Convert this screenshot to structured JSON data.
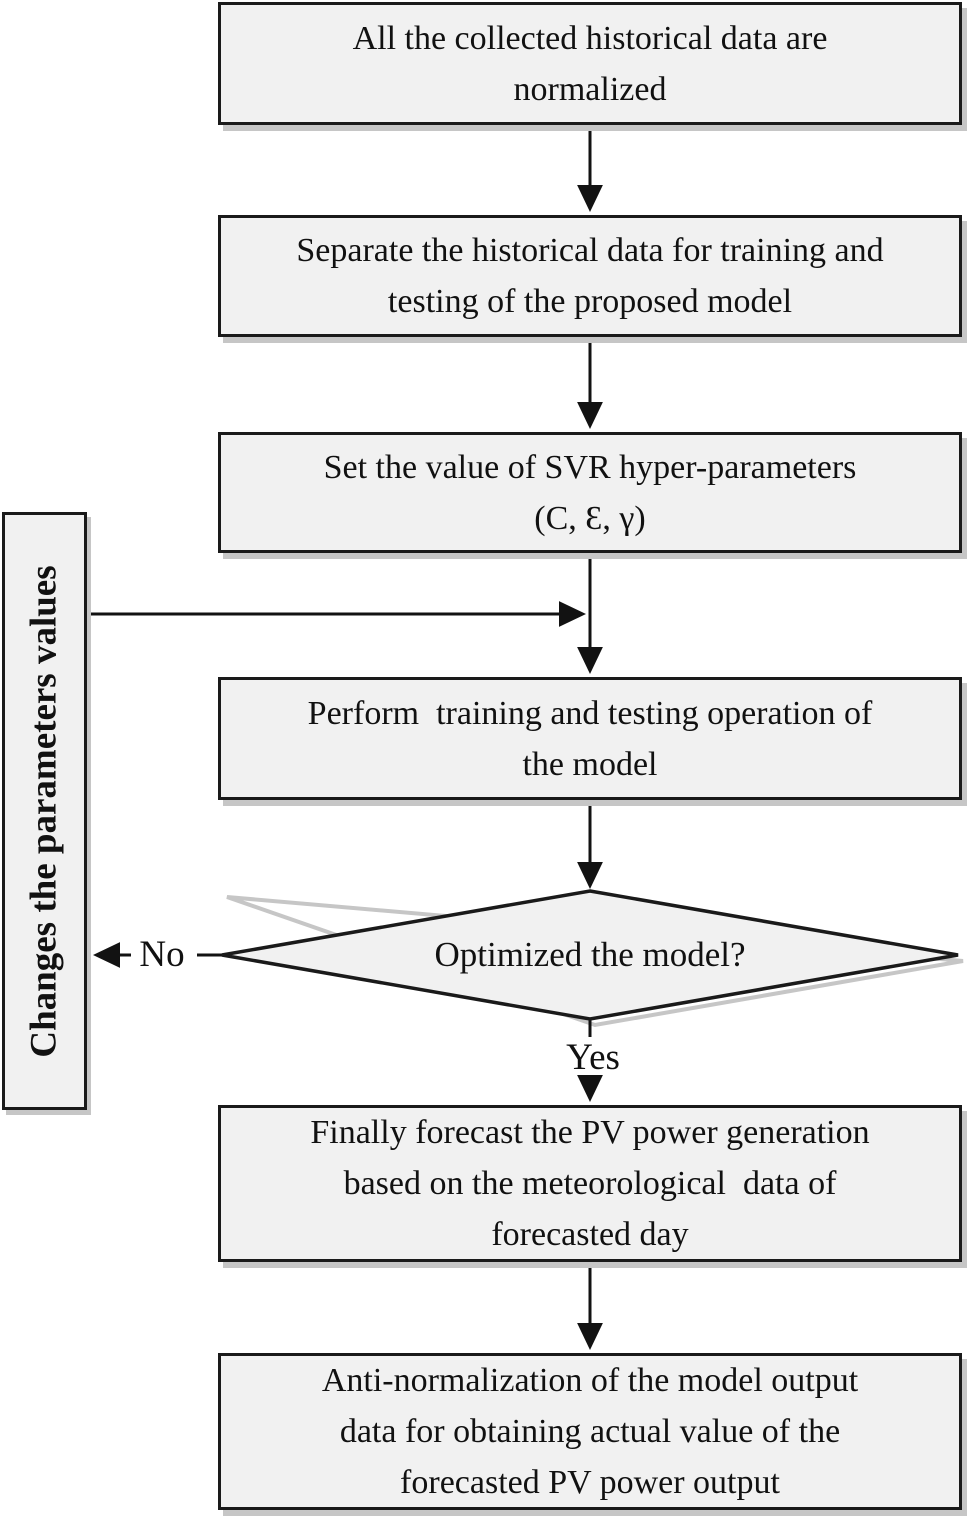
{
  "flowchart": {
    "boxes": [
      {
        "id": "normalize",
        "lines": [
          "All the collected historical data are",
          "normalized"
        ]
      },
      {
        "id": "separate",
        "lines": [
          "Separate the historical data for training and",
          "testing of the proposed model"
        ]
      },
      {
        "id": "set-params",
        "lines": [
          "Set the value of SVR hyper-parameters",
          "(C, Ɛ, γ)"
        ]
      },
      {
        "id": "train-test",
        "lines": [
          "Perform  training and testing operation of",
          "the model"
        ]
      },
      {
        "id": "forecast",
        "lines": [
          "Finally forecast the PV power generation",
          "based on the meteorological  data of",
          "forecasted day"
        ]
      },
      {
        "id": "anti-normalize",
        "lines": [
          "Anti-normalization of the model output",
          "data for obtaining actual value of the",
          "forecasted PV power output"
        ]
      }
    ],
    "decision": {
      "label": "Optimized the model?"
    },
    "side_box": {
      "label": "Changes the parameters values"
    },
    "edge_labels": {
      "no": "No",
      "yes": "Yes"
    },
    "colors": {
      "background": "#ffffff",
      "box_fill": "#f1f1f1",
      "border": "#1a1a1a",
      "line": "#121212",
      "shadow": "#c6c6c6",
      "text": "#111111"
    }
  }
}
